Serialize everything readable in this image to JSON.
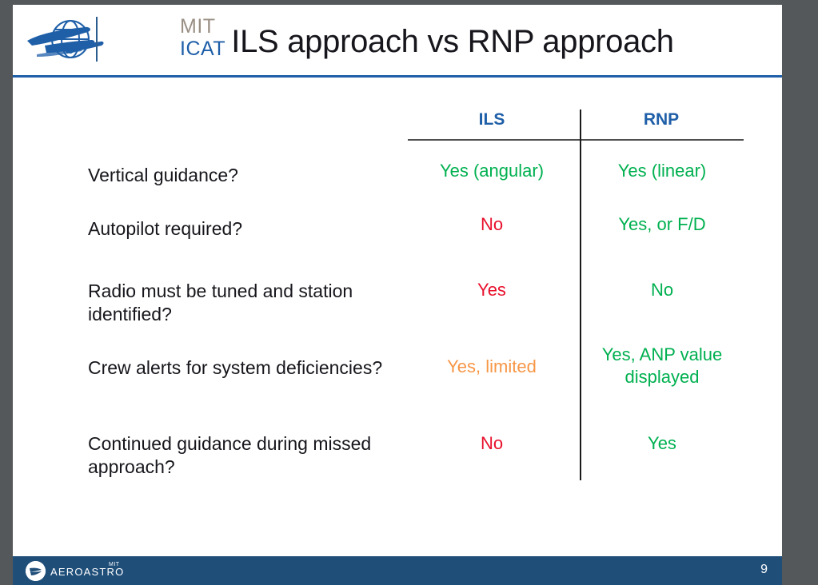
{
  "slide": {
    "title": "ILS approach vs RNP approach",
    "page_number": "9",
    "colors": {
      "accent_blue": "#1f5fa8",
      "footer_blue": "#1f4e79",
      "green": "#00b050",
      "red": "#e8112d",
      "orange": "#f79646",
      "title_text": "#16161c",
      "canvas_grey": "#55585a"
    }
  },
  "logo": {
    "mit": "MIT",
    "icat": "ICAT",
    "mark_name": "airplane-globe-icon"
  },
  "footer": {
    "brand": "AEROASTRO",
    "brand_superscript": "MIT",
    "badge_name": "aeroastro-swoosh-icon"
  },
  "table": {
    "columns": [
      {
        "key": "ils",
        "label": "ILS"
      },
      {
        "key": "rnp",
        "label": "RNP"
      }
    ],
    "rows": [
      {
        "label": "Vertical guidance?",
        "ils": {
          "text": "Yes (angular)",
          "color": "#00b050"
        },
        "rnp": {
          "text": "Yes (linear)",
          "color": "#00b050"
        }
      },
      {
        "label": "Autopilot required?",
        "ils": {
          "text": "No",
          "color": "#e8112d"
        },
        "rnp": {
          "text": "Yes, or F/D",
          "color": "#00b050"
        }
      },
      {
        "label": "Radio must be tuned and station identified?",
        "ils": {
          "text": "Yes",
          "color": "#e8112d"
        },
        "rnp": {
          "text": "No",
          "color": "#00b050"
        }
      },
      {
        "label": "Crew alerts for system deficiencies?",
        "ils": {
          "text": "Yes, limited",
          "color": "#f79646"
        },
        "rnp": {
          "text": "Yes, ANP value displayed",
          "color": "#00b050"
        }
      },
      {
        "label": "Continued guidance during missed approach?",
        "ils": {
          "text": "No",
          "color": "#e8112d"
        },
        "rnp": {
          "text": "Yes",
          "color": "#00b050"
        }
      }
    ]
  }
}
